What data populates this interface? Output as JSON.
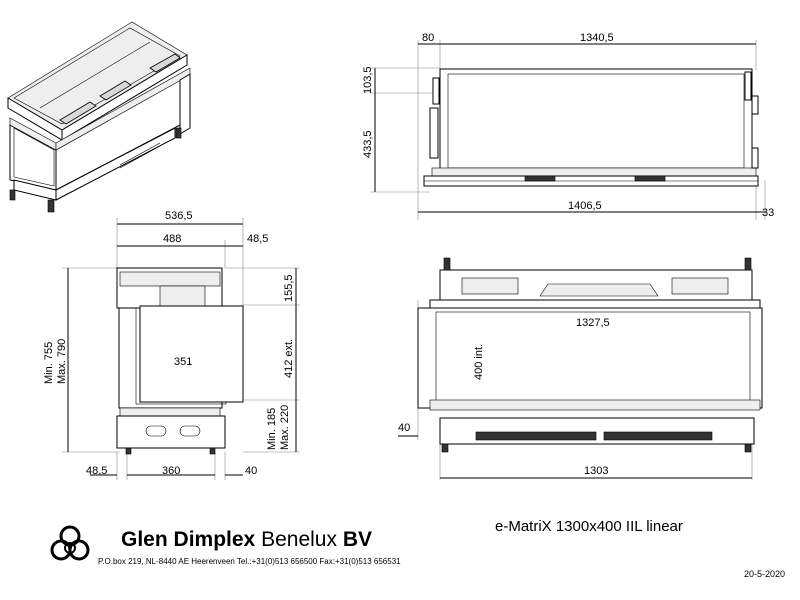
{
  "company": {
    "name_bold_1": "Glen",
    "name_bold_2": "Dimplex",
    "name_regular": "Benelux",
    "name_bold_3": "BV",
    "address": "P.O.box 219, NL-8440 AE Heerenveen Tel.:+31(0)513 656500  Fax:+31(0)513 656531"
  },
  "model": "e-MatriX 1300x400 IIL linear",
  "date": "20-5-2020",
  "dimensions": {
    "top_view": {
      "left_offset": "80",
      "width_top": "1340,5",
      "height_top": "103,5",
      "height_body": "433,5",
      "overall_width": "1406,5",
      "right_offset": "33"
    },
    "side_view": {
      "overall_depth": "536,5",
      "body_depth": "488",
      "front_offset": "48,5",
      "top_height": "155,5",
      "glass_width": "351",
      "glass_height": "412 ext.",
      "min_height": "Min. 755",
      "max_height": "Max. 790",
      "min_base": "Min. 185",
      "max_base": "Max. 220",
      "base_left": "48,5",
      "base_width": "360",
      "base_right": "40"
    },
    "front_view": {
      "glass_width": "1327,5",
      "glass_height": "400 int.",
      "left_offset": "40",
      "base_width": "1303"
    }
  },
  "icons": {
    "logo": "celtic-knot-logo"
  }
}
